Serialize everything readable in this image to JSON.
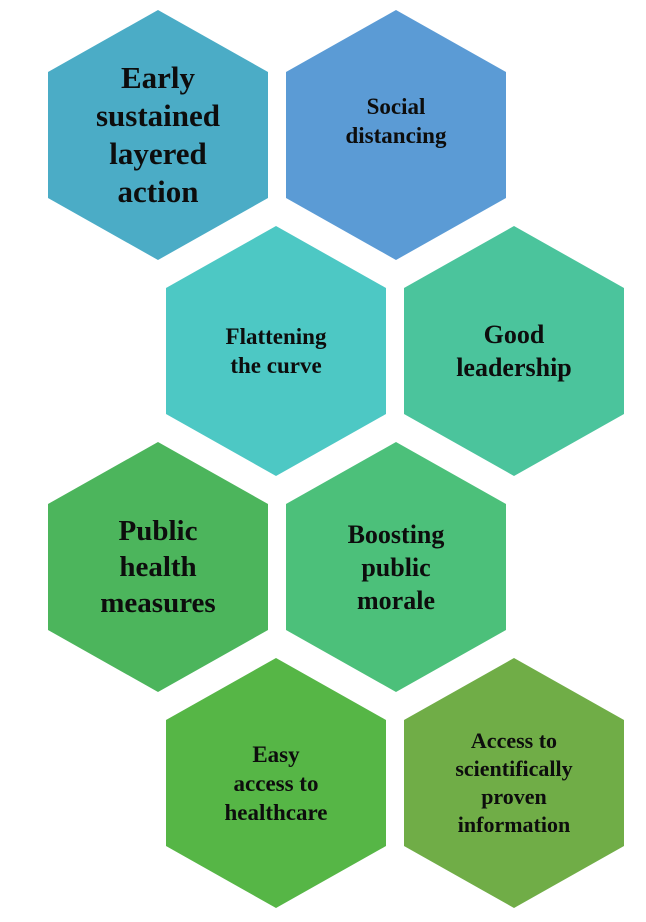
{
  "hexagons": [
    {
      "label": "Early\nsustained\nlayered\naction",
      "color": "#4bacc6"
    },
    {
      "label": "Social\ndistancing",
      "color": "#5b9bd5"
    },
    {
      "label": "Flattening\nthe curve",
      "color": "#4dc8c4"
    },
    {
      "label": "Good\nleadership",
      "color": "#4bc49c"
    },
    {
      "label": "Public\nhealth\nmeasures",
      "color": "#4cb55c"
    },
    {
      "label": "Boosting\npublic\nmorale",
      "color": "#4cc07a"
    },
    {
      "label": "Easy\naccess to\nhealthcare",
      "color": "#56b646"
    },
    {
      "label": "Access to\nscientifically\nproven\ninformation",
      "color": "#70ad47"
    }
  ]
}
